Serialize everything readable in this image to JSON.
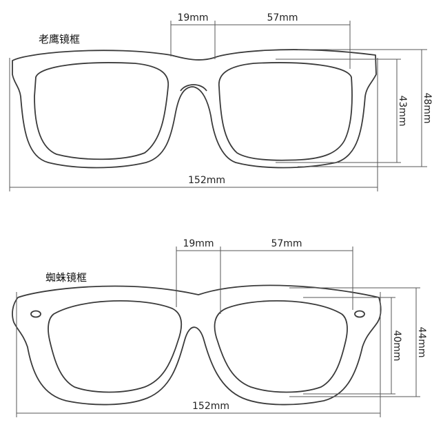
{
  "aviator": {
    "title": "老鹰镜框",
    "bridge": "19mm",
    "lens_width": "57mm",
    "lens_height": "43mm",
    "frame_height": "48mm",
    "total_width": "152mm"
  },
  "wayfarer": {
    "title": "蜘蛛镜框",
    "bridge": "19mm",
    "lens_width": "57mm",
    "lens_height": "40mm",
    "frame_height": "44mm",
    "total_width": "152mm"
  }
}
